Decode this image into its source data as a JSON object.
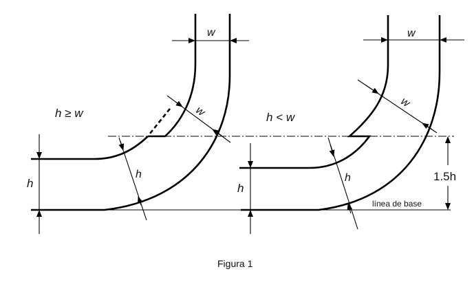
{
  "figure": {
    "caption": "Figura 1",
    "left": {
      "condition": "h ≥ w",
      "width_label_top": "w",
      "width_label_diag": "w",
      "height_label_diag": "h",
      "height_label_side": "h"
    },
    "right": {
      "condition": "h < w",
      "width_label_top": "w",
      "width_label_diag": "w",
      "height_label_diag": "h",
      "height_label_side": "h",
      "offset_label": "1.5h",
      "baseline_label": "línea de base"
    }
  }
}
